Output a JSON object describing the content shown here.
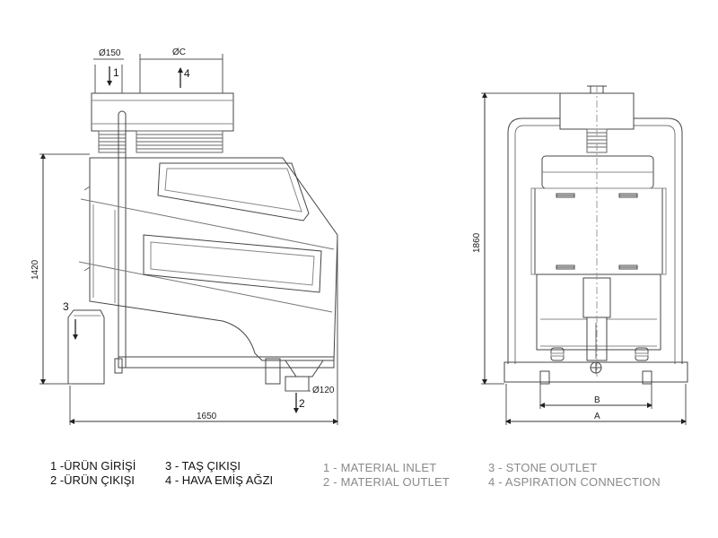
{
  "side_view": {
    "dim_inlet_diameter": "Ø150",
    "dim_aspiration_diameter": "ØC",
    "dim_height": "1420",
    "dim_width": "1650",
    "dim_outlet_diameter": "Ø120",
    "callout_1": "1",
    "callout_2": "2",
    "callout_3": "3",
    "callout_4": "4"
  },
  "front_view": {
    "dim_height": "1860",
    "dim_b": "B",
    "dim_a": "A"
  },
  "legend_tr": [
    "1 -ÜRÜN GİRİŞİ",
    "2 -ÜRÜN ÇIKIŞI",
    "3 - TAŞ ÇIKIŞI",
    "4 - HAVA EMİŞ AĞZI"
  ],
  "legend_en": [
    "1 - MATERIAL INLET",
    "2 - MATERIAL OUTLET",
    "3 - STONE OUTLET",
    "4 - ASPIRATION CONNECTION"
  ]
}
